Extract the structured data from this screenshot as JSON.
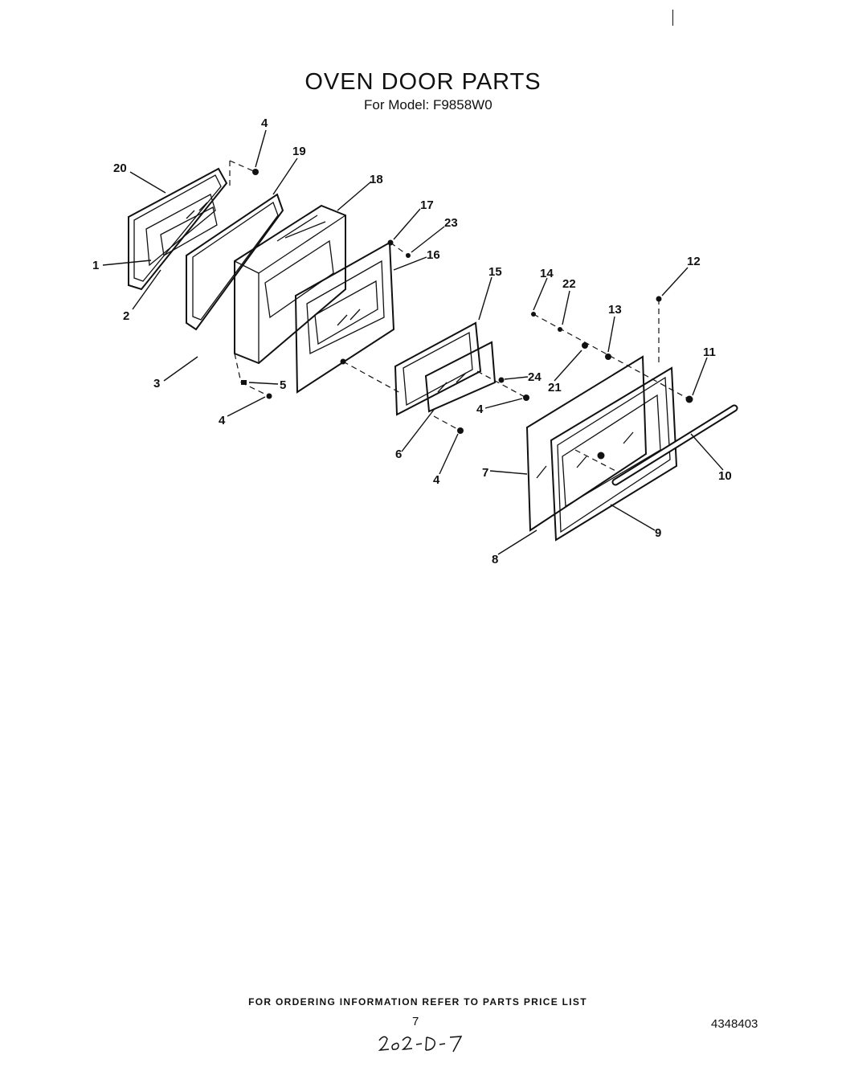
{
  "header": {
    "title": "OVEN DOOR PARTS",
    "subtitle": "For Model: F9858W0"
  },
  "diagram": {
    "callouts": [
      "20",
      "19",
      "4",
      "18",
      "17",
      "23",
      "16",
      "1",
      "2",
      "3",
      "5",
      "4",
      "15",
      "14",
      "22",
      "12",
      "13",
      "21",
      "11",
      "24",
      "4",
      "6",
      "4",
      "7",
      "10",
      "9",
      "8"
    ]
  },
  "footer": {
    "note": "FOR ORDERING INFORMATION REFER TO PARTS PRICE LIST",
    "page_number": "7",
    "document_number": "4348403",
    "handwritten": "202-D-7"
  }
}
